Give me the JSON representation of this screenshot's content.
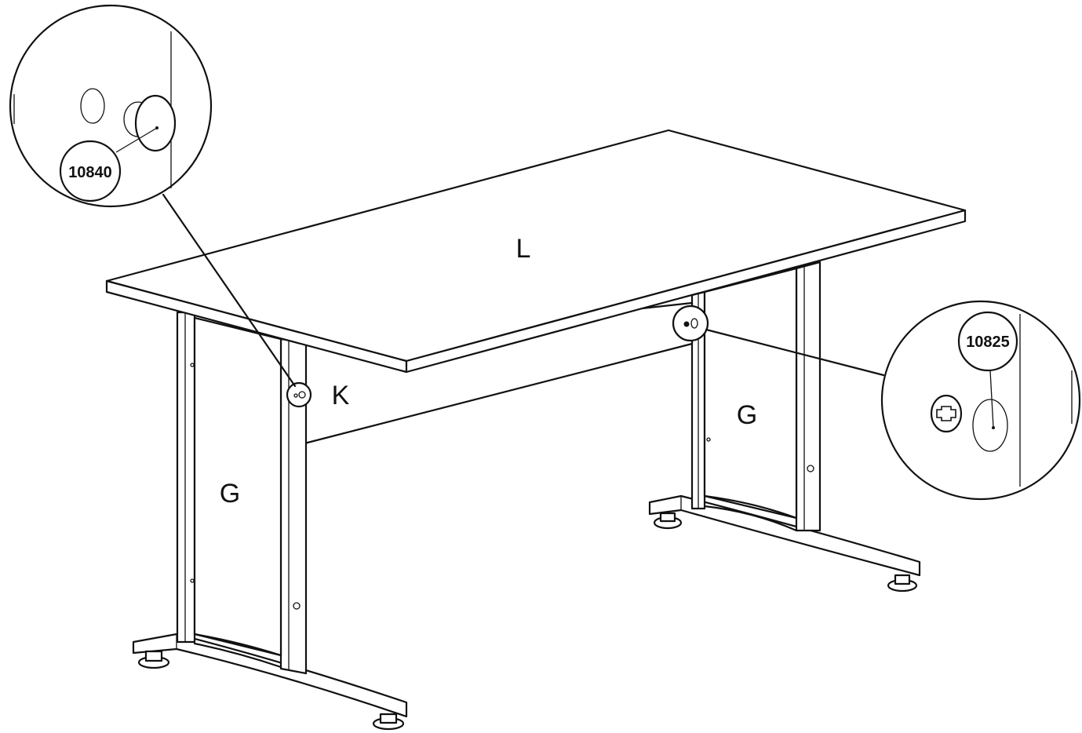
{
  "labels": {
    "tabletop": "L",
    "crossbar": "K",
    "leg_left": "G",
    "leg_right": "G"
  },
  "callouts": {
    "left_code": "10840",
    "right_code": "10825"
  },
  "icons": {
    "left_detail": "cam-lock-bolt-icon",
    "right_detail": "cam-lock-screw-icon"
  },
  "colors": {
    "line": "#111111",
    "background": "#ffffff"
  }
}
